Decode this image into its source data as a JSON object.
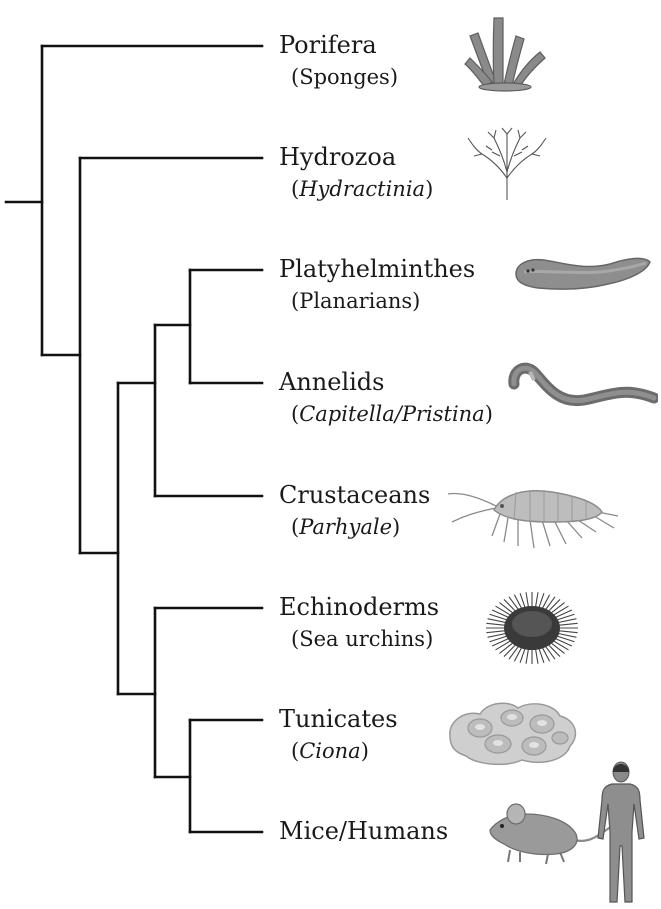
{
  "taxa": [
    {
      "name": "Porifera",
      "common_pre": "(Sponges)",
      "common_italic": "",
      "common_post": ""
    },
    {
      "name": "Hydrozoa",
      "common_pre": "(",
      "common_italic": "Hydractinia",
      "common_post": ")"
    },
    {
      "name": "Platyhelminthes",
      "common_pre": "(Planarians)",
      "common_italic": "",
      "common_post": ""
    },
    {
      "name": "Annelids",
      "common_pre": "(",
      "common_italic": "Capitella/Pristina",
      "common_post": ")"
    },
    {
      "name": "Crustaceans",
      "common_pre": "(",
      "common_italic": "Parhyale",
      "common_post": ")"
    },
    {
      "name": "Echinoderms",
      "common_pre": "(Sea urchins)",
      "common_italic": "",
      "common_post": ""
    },
    {
      "name": "Tunicates",
      "common_pre": "(",
      "common_italic": "Ciona",
      "common_post": ")"
    },
    {
      "name": "Mice/Humans",
      "common_pre": "",
      "common_italic": "",
      "common_post": ""
    }
  ],
  "illustrations": [
    "sponge-icon",
    "hydroid-icon",
    "planarian-icon",
    "annelid-worm-icon",
    "amphipod-icon",
    "sea-urchin-icon",
    "tunicate-icon",
    "mouse-human-icon"
  ],
  "colors": {
    "branch": "#111111",
    "text": "#1a1a1a"
  }
}
